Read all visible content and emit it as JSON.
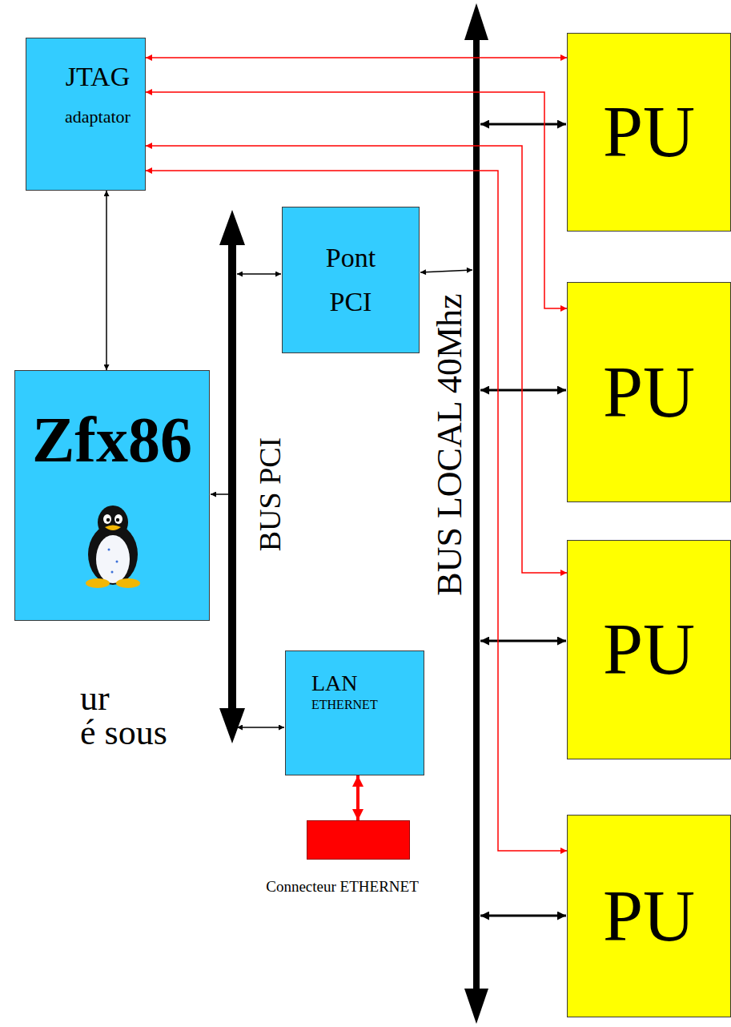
{
  "diagram": {
    "nodes": [
      {
        "text": [
          "JTAG",
          "adaptator"
        ]
      },
      {
        "text": [
          "PU"
        ]
      },
      {
        "text": [
          "Pont PCI"
        ]
      },
      {
        "text": [
          "PU"
        ]
      },
      {
        "text": [
          "Zfx86"
        ]
      },
      {
        "text": [
          "PU"
        ]
      },
      {
        "text": [
          "LAN",
          "ETHERNET"
        ]
      },
      {
        "text": [
          "Connecteur ETHERNET"
        ]
      },
      {
        "text": [
          "PU"
        ]
      }
    ],
    "edges": [
      {
        "from": 0,
        "to": 1,
        "arrow": "both"
      },
      {
        "from": 0,
        "to": 3,
        "arrow": "both"
      },
      {
        "from": 0,
        "to": 5,
        "arrow": "both"
      },
      {
        "from": 0,
        "to": 8,
        "arrow": "both"
      },
      {
        "from": 0,
        "to": 4,
        "arrow": "both"
      },
      {
        "from": 6,
        "to": 7,
        "arrow": "both"
      }
    ],
    "labels": [
      "BUS PCI",
      "BUS LOCAL 40Mhz",
      "ur",
      "é sous"
    ]
  }
}
